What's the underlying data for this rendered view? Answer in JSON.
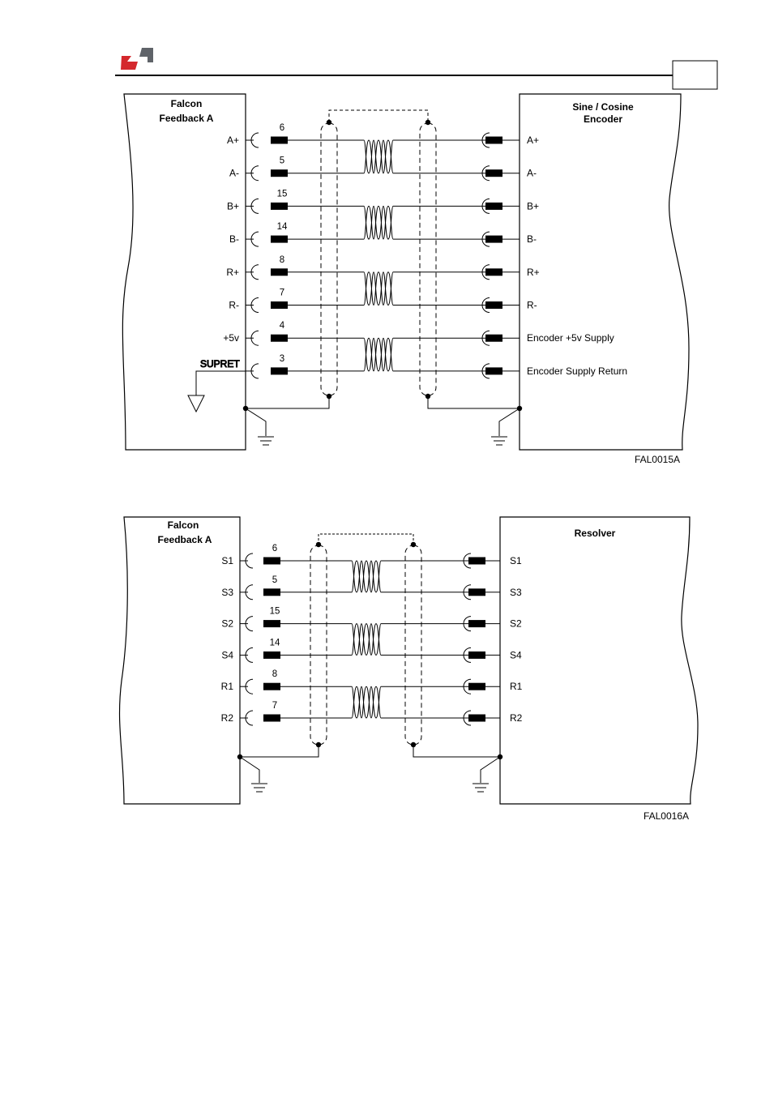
{
  "colors": {
    "logo_red": "#d4282d",
    "logo_gray": "#5f6369",
    "line": "#000000"
  },
  "diagrams": [
    {
      "id": "encoder",
      "left_title": [
        "Falcon",
        "Feedback A"
      ],
      "right_title": [
        "Sine / Cosine",
        "Encoder"
      ],
      "code": "FAL0015A",
      "extra_left_label": "SUPRET",
      "rows": [
        {
          "left": "A+",
          "pin": "6",
          "right": "A+"
        },
        {
          "left": "A-",
          "pin": "5",
          "right": "A-"
        },
        {
          "left": "B+",
          "pin": "15",
          "right": "B+"
        },
        {
          "left": "B-",
          "pin": "14",
          "right": "B-"
        },
        {
          "left": "R+",
          "pin": "8",
          "right": "R+"
        },
        {
          "left": "R-",
          "pin": "7",
          "right": "R-"
        },
        {
          "left": "+5v",
          "pin": "4",
          "right": "Encoder +5v Supply"
        },
        {
          "left": "",
          "pin": "3",
          "right": "Encoder Supply Return"
        }
      ]
    },
    {
      "id": "resolver",
      "left_title": [
        "Falcon",
        "Feedback A"
      ],
      "right_title": [
        "Resolver"
      ],
      "code": "FAL0016A",
      "rows": [
        {
          "left": "S1",
          "pin": "6",
          "right": "S1"
        },
        {
          "left": "S3",
          "pin": "5",
          "right": "S3"
        },
        {
          "left": "S2",
          "pin": "15",
          "right": "S2"
        },
        {
          "left": "S4",
          "pin": "14",
          "right": "S4"
        },
        {
          "left": "R1",
          "pin": "8",
          "right": "R1"
        },
        {
          "left": "R2",
          "pin": "7",
          "right": "R2"
        }
      ]
    }
  ]
}
